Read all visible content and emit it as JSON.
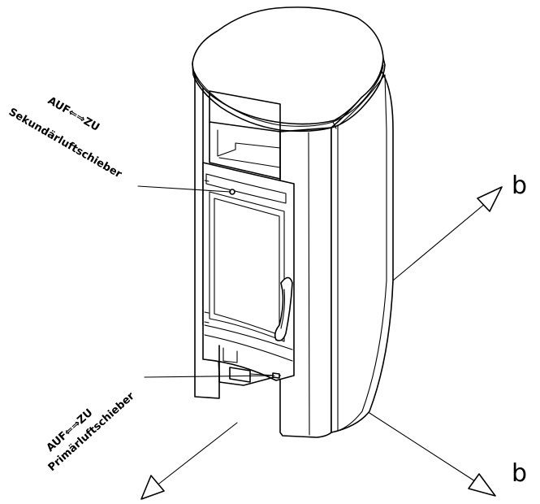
{
  "labels": {
    "secondary_top": "AUF⇐⇒ZU",
    "secondary_name": "Sekundärluftschieber",
    "primary_top": "AUF⇐⇒ZU",
    "primary_name": "Primärluftschieber",
    "b_upper": "b",
    "b_lower": "b"
  }
}
